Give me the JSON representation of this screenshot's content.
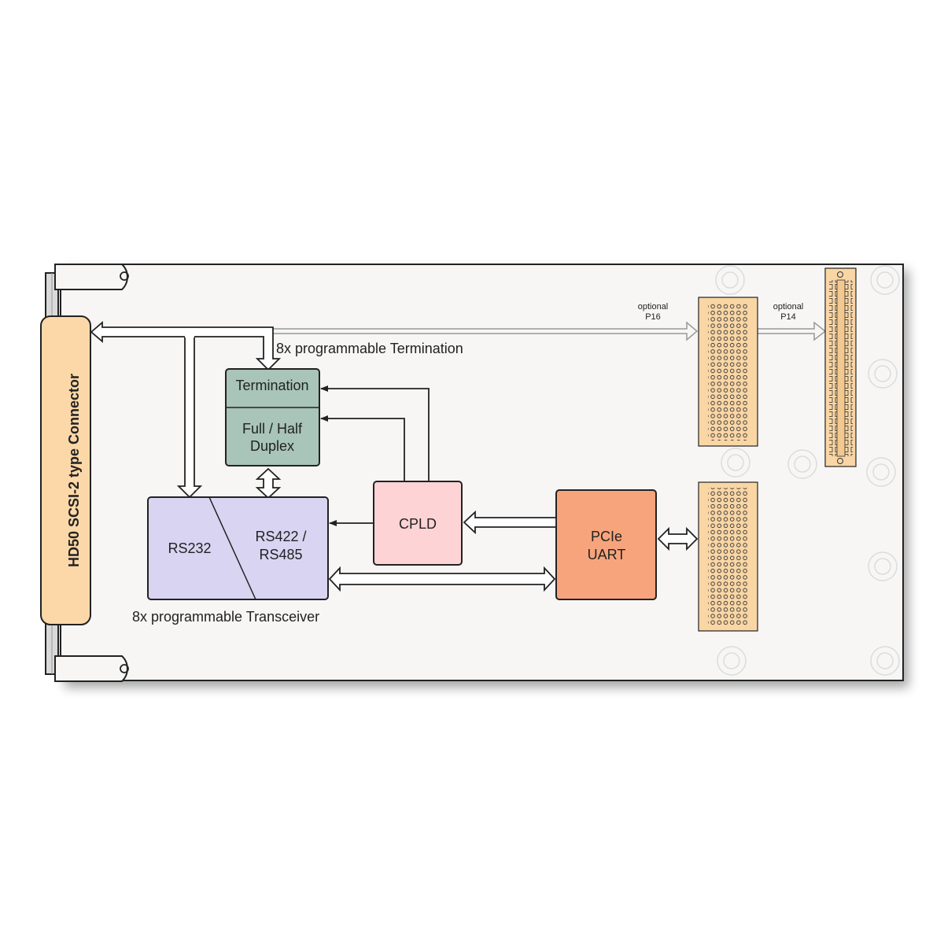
{
  "connector": {
    "label": "HD50 SCSI-2 type Connector"
  },
  "blocks": {
    "termination": "Termination",
    "duplex_line1": "Full / Half",
    "duplex_line2": "Duplex",
    "rs232": "RS232",
    "rs422_line1": "RS422 /",
    "rs422_line2": "RS485",
    "cpld": "CPLD",
    "pcie_line1": "PCIe",
    "pcie_line2": "UART"
  },
  "annotations": {
    "termination_caption": "8x programmable Termination",
    "transceiver_caption": "8x programmable Transceiver",
    "p16_line1": "optional",
    "p16_line2": "P16",
    "p14_line1": "optional",
    "p14_line2": "P14"
  },
  "colors": {
    "connector": "#fcd8a8",
    "termination": "#a9c4b8",
    "transceiver": "#d8d4f2",
    "cpld": "#fdd3d5",
    "pcie": "#f7a47c",
    "pin_header": "#fad6a5",
    "board": "#f7f6f5"
  }
}
